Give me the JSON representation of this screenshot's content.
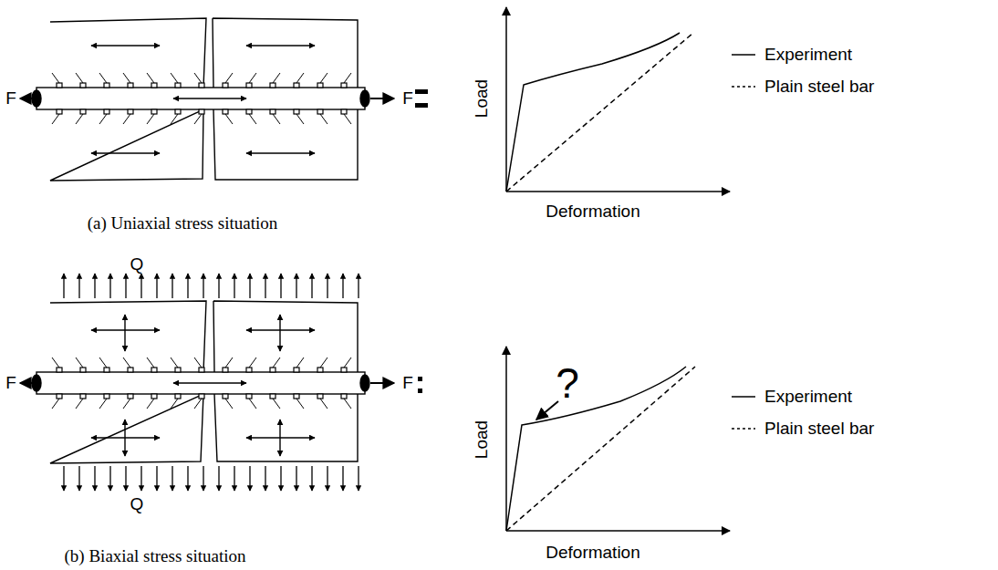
{
  "diagram": {
    "labels": [
      "F",
      "F",
      "(a) Uniaxial stress situation",
      "Load",
      "Deformation",
      "Q",
      "Q",
      "F",
      "F",
      "(b) Biaxial stress situation",
      "Load",
      "Deformation",
      "?"
    ],
    "legend": [
      {
        "text": "Experiment"
      },
      {
        "text": "Plain steel bar"
      },
      {
        "text": "Experiment"
      },
      {
        "text": "Plain steel bar"
      }
    ]
  }
}
